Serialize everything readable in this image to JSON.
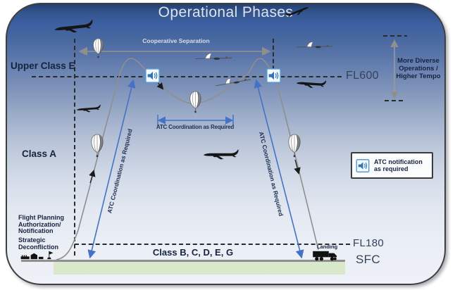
{
  "title": "Operational Phases",
  "airspace": {
    "upper_class_e": "Upper Class E",
    "class_a": "Class A",
    "class_bcdeg": "Class B, C, D, E, G"
  },
  "flight_levels": {
    "fl600": "FL600",
    "fl180": "FL180",
    "sfc": "SFC"
  },
  "annotations": {
    "cooperative_separation": "Cooperative Separation",
    "atc_coordination": "ATC Coordination as Required",
    "landing": "Landing",
    "more_diverse_lines": [
      "More Diverse",
      "Operations /",
      "Higher Tempo"
    ],
    "flight_planning_lines": [
      "Flight Planning",
      "Authorization/",
      "Notification"
    ],
    "strategic_lines": [
      "Strategic",
      "Deconfliction"
    ]
  },
  "legend": {
    "atc_notification": "ATC notification as required"
  },
  "icons": {
    "aircraft": "airplane-icon",
    "glider": "glider-icon",
    "balloon": "high-altitude-balloon-icon",
    "speaker": "atc-notification-speaker-icon",
    "truck": "recovery-truck-icon",
    "ground_station": "ground-station-icon"
  },
  "colors": {
    "accent_blue": "#4472c4",
    "speaker_blue": "#2e75b6",
    "path_gray": "#8f8f8f",
    "ground_green": "#d9e8ca",
    "panel_top_blue": "#24406f",
    "panel_bottom": "#eef1f7",
    "dash_dark": "#2b2b2b"
  }
}
